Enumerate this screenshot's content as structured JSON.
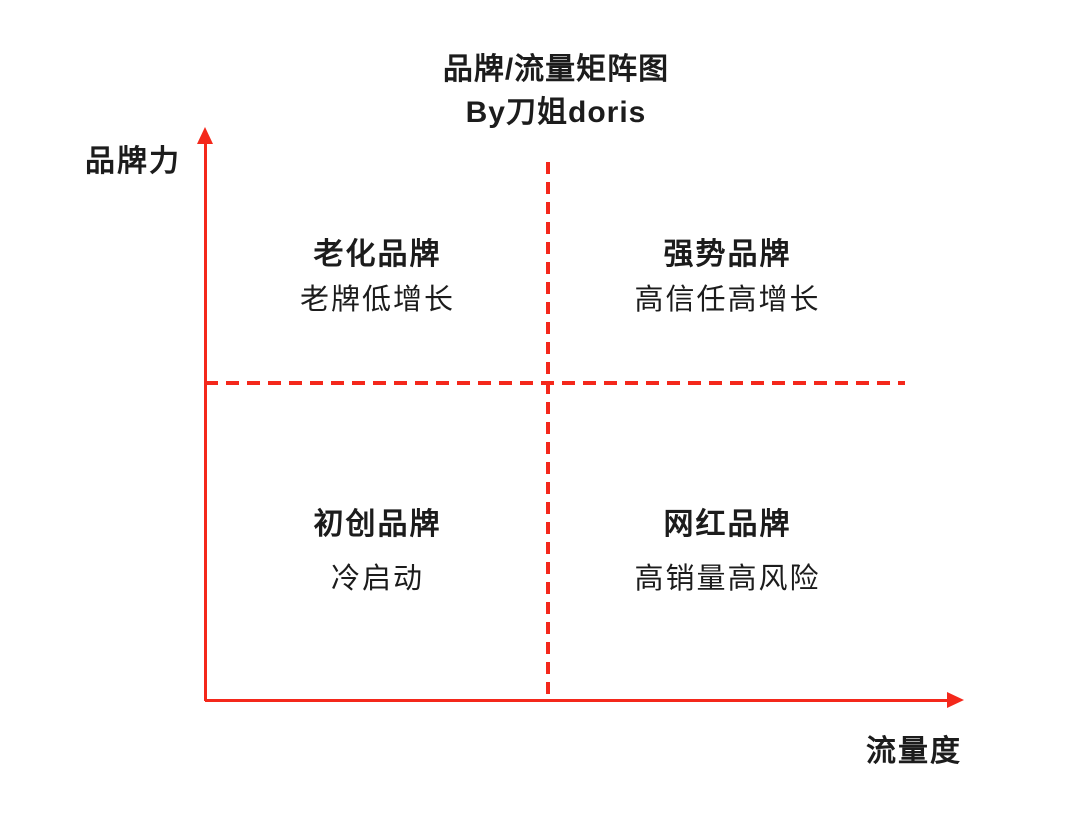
{
  "title": {
    "line1": "品牌/流量矩阵图",
    "line2": "By刀姐doris"
  },
  "axes": {
    "y_label": "品牌力",
    "x_label": "流量度"
  },
  "quadrants": [
    {
      "position": "top-left",
      "name": "老化品牌",
      "desc": "老牌低增长"
    },
    {
      "position": "top-right",
      "name": "强势品牌",
      "desc": "高信任高增长"
    },
    {
      "position": "bottom-left",
      "name": "初创品牌",
      "desc": "冷启动"
    },
    {
      "position": "bottom-right",
      "name": "网红品牌",
      "desc": "高销量高风险"
    }
  ],
  "colors": {
    "accent_red": "#f4281b",
    "text": "#1c1c1c",
    "background": "#ffffff"
  }
}
